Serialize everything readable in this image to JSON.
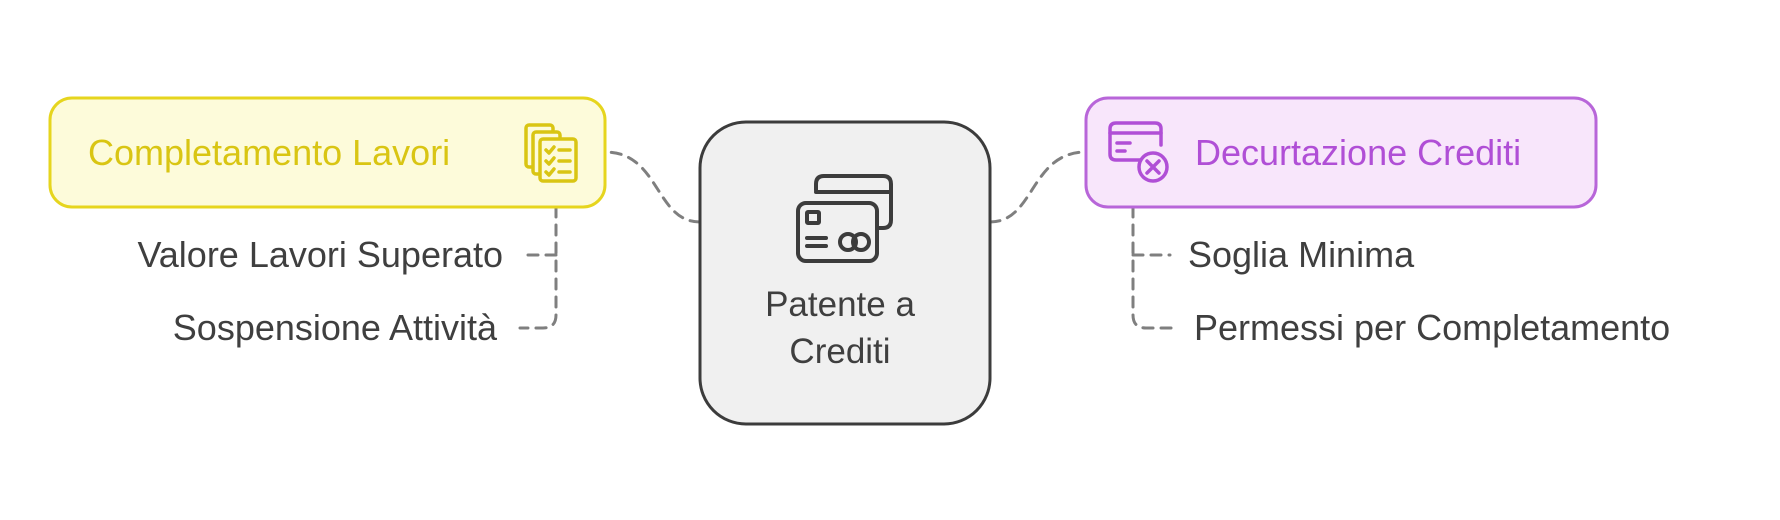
{
  "center": {
    "label_line1": "Patente a",
    "label_line2": "Crediti",
    "icon": "credit-cards-icon"
  },
  "left_branch": {
    "title": "Completamento Lavori",
    "icon": "checklist-documents-icon",
    "items": [
      "Valore Lavori Superato",
      "Sospensione Attività"
    ]
  },
  "right_branch": {
    "title": "Decurtazione Crediti",
    "icon": "card-remove-icon",
    "items": [
      "Soglia Minima",
      "Permessi per Completamento"
    ]
  },
  "colors": {
    "left_fill": "#FDFBDA",
    "left_stroke": "#E6D51E",
    "left_text": "#D9C513",
    "right_fill": "#F8E6FB",
    "right_stroke": "#B866D9",
    "right_text": "#B04FD6",
    "center_fill": "#F0F0F0",
    "center_stroke": "#3C3C3C",
    "text": "#3F3F3F",
    "connector": "#7F7F7F"
  }
}
